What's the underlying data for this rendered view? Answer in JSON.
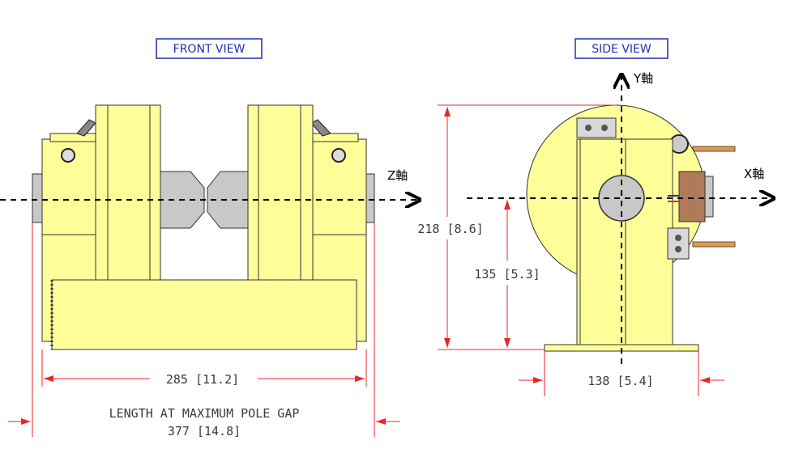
{
  "titles": {
    "front": "FRONT VIEW",
    "side": "SIDE VIEW"
  },
  "axes": {
    "z": "Z軸",
    "x": "X軸",
    "y": "Y軸"
  },
  "dimensions": {
    "width_285": "285 [11.2]",
    "height_218": "218 [8.6]",
    "height_135": "135 [5.3]",
    "base_138": "138 [5.4]",
    "length_label": "LENGTH AT MAXIMUM POLE GAP",
    "length_value": "377 [14.8]"
  },
  "colors": {
    "body": "#ffff99",
    "dimension": "#e8262a",
    "title": "#1f2fb4",
    "steel": "#c8c8c8",
    "terminal": "#b07a5a"
  }
}
